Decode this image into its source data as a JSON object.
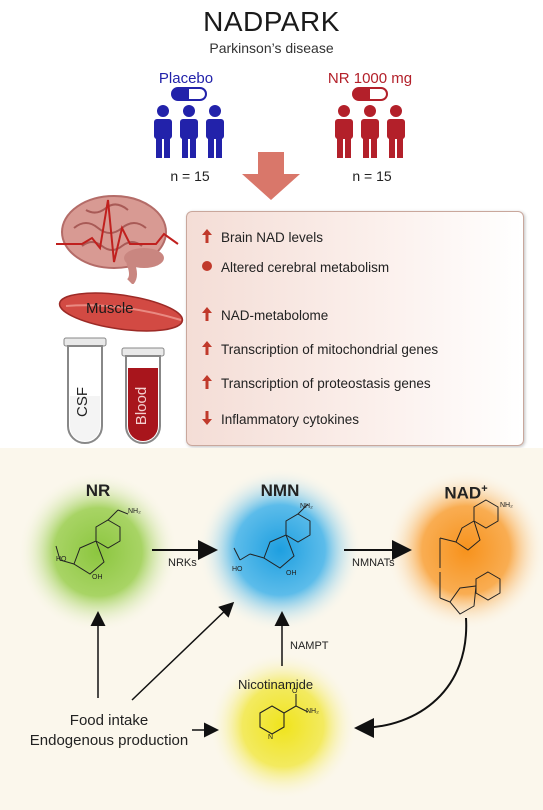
{
  "header": {
    "title": "NADPARK",
    "subtitle": "Parkinson’s disease"
  },
  "groups": {
    "placebo": {
      "label": "Placebo",
      "n": "n = 15",
      "color": "#2222aa"
    },
    "nr": {
      "label": "NR 1000 mg",
      "n": "n = 15",
      "color": "#b3202a"
    }
  },
  "tissues": {
    "muscle": "Muscle",
    "csf": "CSF",
    "blood": "Blood"
  },
  "findings": [
    {
      "marker": "up",
      "text": "Brain NAD levels"
    },
    {
      "marker": "dot",
      "text": "Altered cerebral metabolism"
    },
    {
      "marker": "up",
      "text": "NAD-metabolome"
    },
    {
      "marker": "up",
      "text": "Transcription of mitochondrial genes"
    },
    {
      "marker": "up",
      "text": "Transcription of proteostasis genes"
    },
    {
      "marker": "down",
      "text": "Inflammatory cytokines"
    }
  ],
  "pathway": {
    "nr": {
      "label": "NR",
      "color": "#8cc63f"
    },
    "nmn": {
      "label": "NMN",
      "color": "#29abe2"
    },
    "nad": {
      "label": "NAD",
      "superscript": "+",
      "color": "#f7931e"
    },
    "nicotinamide": {
      "label": "Nicotinamide",
      "color": "#f0e626"
    },
    "enzymes": {
      "nrks": "NRKs",
      "nmnats": "NMNATs",
      "nampt": "NAMPT"
    },
    "sources": {
      "line1": "Food intake",
      "line2": "Endogenous production"
    },
    "chem": {
      "nh2": "NH₂",
      "o": "O",
      "ho": "HO",
      "oh": "OH",
      "n": "N"
    }
  },
  "colors": {
    "accent_red": "#c0392b",
    "placebo_blue": "#2222aa"
  }
}
